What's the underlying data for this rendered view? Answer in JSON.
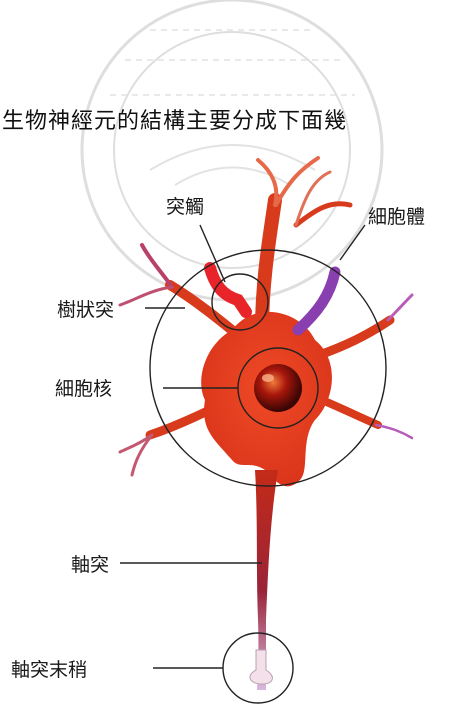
{
  "intro_text": "生物神經元的結構主要分成下面幾",
  "labels": {
    "synapse": "突觸",
    "cell_body": "細胞體",
    "dendrite": "樹狀突",
    "nucleus": "細胞核",
    "axon": "軸突",
    "axon_terminal": "軸突末稍"
  },
  "colors": {
    "neuron": "#e83a1c",
    "neuron_dark": "#b11d12",
    "synapse_red": "#e8232a",
    "synapse_purple": "#8a3fb0",
    "axon_fade": "#c9a3d9",
    "outline": "#222222"
  }
}
